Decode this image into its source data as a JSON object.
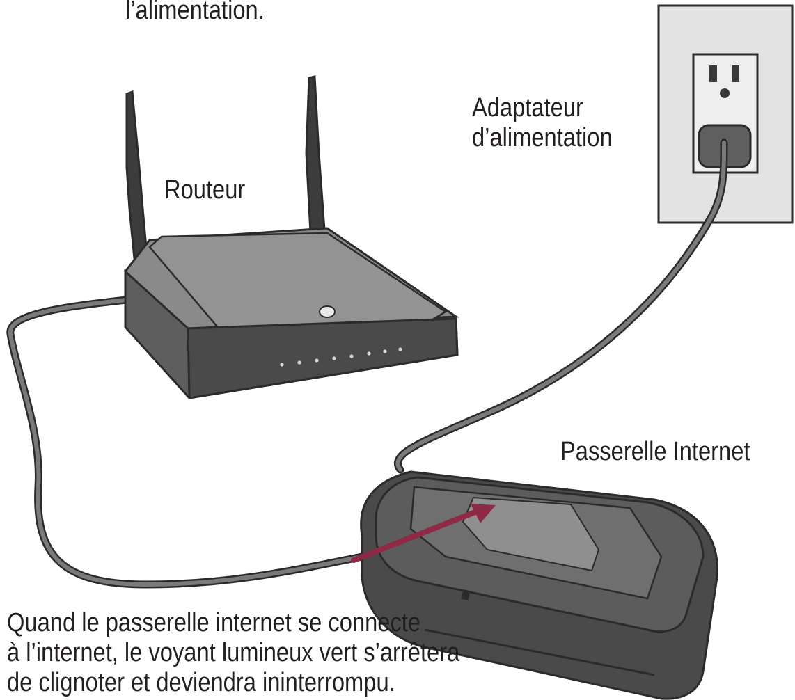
{
  "labels": {
    "top_partial": "l’alimentation.",
    "power_adapter": [
      "Adaptateur",
      "d’alimentation"
    ],
    "router": "Routeur",
    "gateway": "Passerelle Internet",
    "caption": [
      "Quand le passerelle internet se connecte",
      "à l’internet, le voyant lumineux vert s’arrêtera",
      "de clignoter et deviendra ininterrompu."
    ]
  },
  "colors": {
    "stroke": "#2b2b2b",
    "router_body": "#6b6b6b",
    "router_top": "#8a8a8a",
    "gateway_body": "#4a4a4a",
    "arrow": "#8e2a45",
    "wall_plate": "#e3e3e3",
    "cable": "#7a7a7a"
  }
}
